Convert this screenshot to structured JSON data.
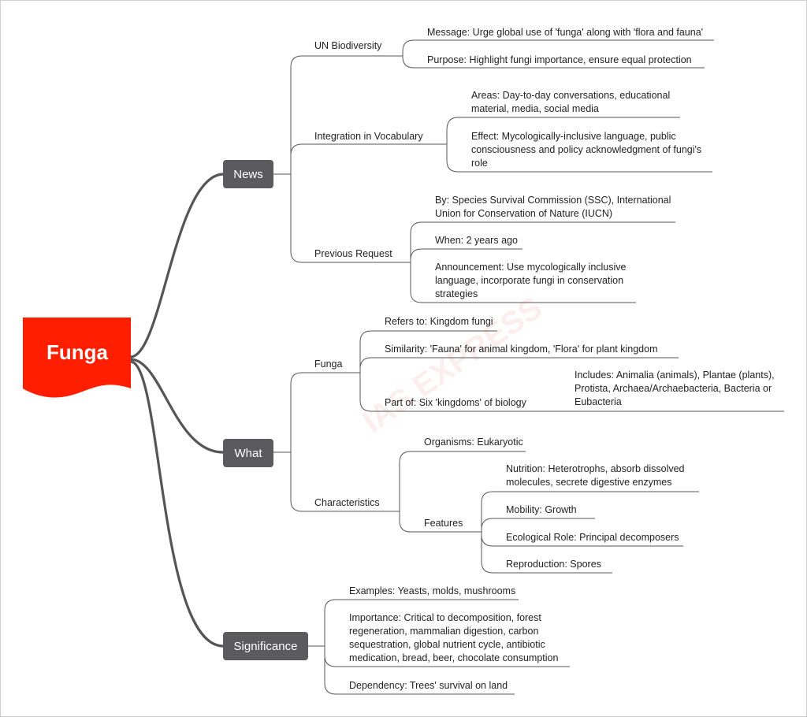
{
  "title": "Funga",
  "colors": {
    "root": "#ff1f00",
    "branch_bg": "#5b5b5f",
    "line": "#555555",
    "text": "#222222",
    "watermark": "#e65a5a"
  },
  "watermark": {
    "text": "IAS EXPRESS"
  },
  "branches": {
    "news": {
      "label": "News",
      "un": {
        "label": "UN Biodiversity",
        "message": "Message: Urge global use of 'funga' along with 'flora and fauna'",
        "purpose": "Purpose: Highlight fungi importance, ensure equal protection"
      },
      "integration": {
        "label": "Integration in Vocabulary",
        "areas_l1": "Areas: Day-to-day conversations, educational",
        "areas_l2": "material, media, social media",
        "effect_l1": "Effect: Mycologically-inclusive language, public",
        "effect_l2": "consciousness and policy acknowledgment of fungi's",
        "effect_l3": "role"
      },
      "previous": {
        "label": "Previous Request",
        "by_l1": "By: Species Survival Commission (SSC), International",
        "by_l2": "Union for Conservation of Nature (IUCN)",
        "when": "When: 2 years ago",
        "ann_l1": "Announcement: Use mycologically inclusive",
        "ann_l2": "language, incorporate fungi in conservation",
        "ann_l3": "strategies"
      }
    },
    "what": {
      "label": "What",
      "funga": {
        "label": "Funga",
        "refers": "Refers to: Kingdom fungi",
        "similarity": "Similarity: 'Fauna' for animal kingdom, 'Flora' for plant kingdom",
        "partof": "Part of: Six 'kingdoms' of biology",
        "inc_l1": "Includes: Animalia (animals), Plantae (plants),",
        "inc_l2": "Protista, Archaea/Archaebacteria, Bacteria or",
        "inc_l3": "Eubacteria"
      },
      "characteristics": {
        "label": "Characteristics",
        "organisms": "Organisms: Eukaryotic",
        "features": {
          "label": "Features",
          "nut_l1": "Nutrition: Heterotrophs, absorb dissolved",
          "nut_l2": "molecules, secrete digestive enzymes",
          "mobility": "Mobility: Growth",
          "ecological": "Ecological Role: Principal decomposers",
          "reproduction": "Reproduction: Spores"
        }
      }
    },
    "significance": {
      "label": "Significance",
      "examples": "Examples: Yeasts, molds, mushrooms",
      "imp_l1": "Importance: Critical to decomposition, forest",
      "imp_l2": "regeneration, mammalian digestion, carbon",
      "imp_l3": "sequestration, global nutrient cycle, antibiotic",
      "imp_l4": "medication, bread, beer, chocolate consumption",
      "dependency": "Dependency: Trees' survival on land"
    }
  }
}
